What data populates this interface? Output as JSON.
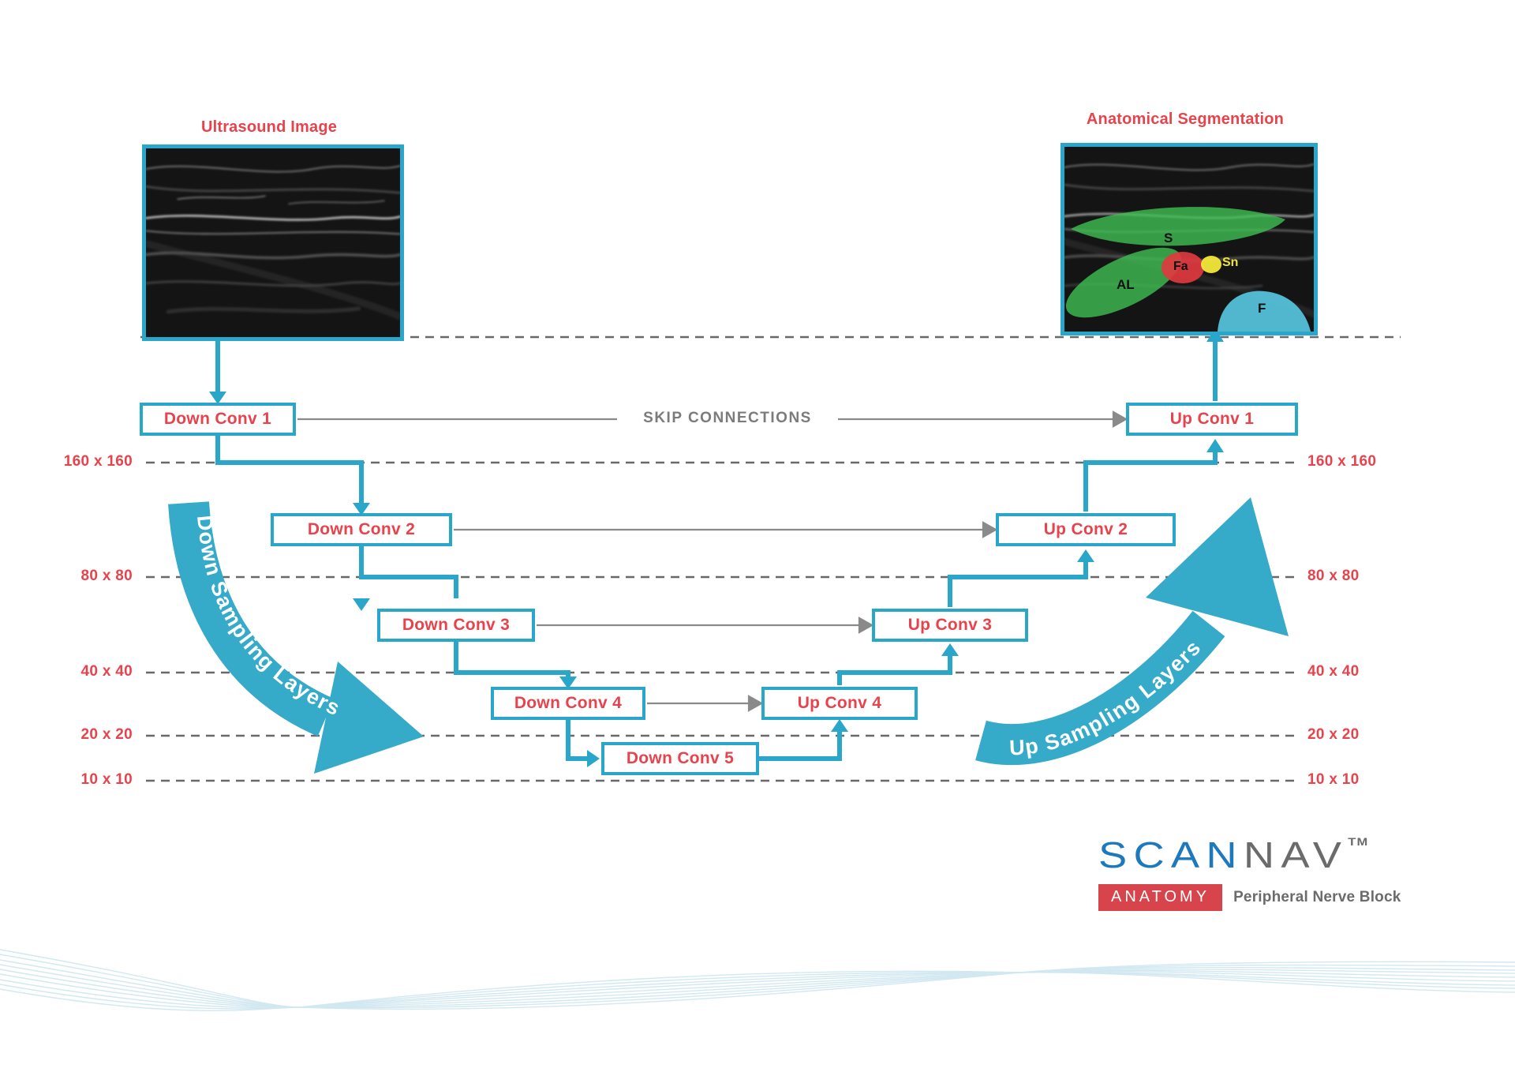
{
  "colors": {
    "accent_cyan": "#2AA6CB",
    "arrow_cyan": "#35AAC9",
    "accent_red": "#E8434D",
    "skip_gray": "#8A8A8A",
    "dash_gray": "#696969",
    "logo_blue": "#1D79BE",
    "logo_gray": "#6B6B6B",
    "anatomy_red": "#D7444C"
  },
  "header": {
    "input_title": "Ultrasound Image",
    "output_title": "Anatomical Segmentation"
  },
  "network": {
    "down_layers": [
      "Down Conv 1",
      "Down Conv 2",
      "Down Conv 3",
      "Down Conv 4",
      "Down Conv 5"
    ],
    "up_layers": [
      "Up Conv 1",
      "Up Conv 2",
      "Up Conv 3",
      "Up Conv 4"
    ],
    "skip_label": "SKIP CONNECTIONS",
    "down_sampling_label": "Down Sampling Layers",
    "up_sampling_label": "Up Sampling Layers",
    "resolutions": [
      "160 x 160",
      "80 x 80",
      "40 x 40",
      "20 x 20",
      "10 x 10"
    ]
  },
  "segmentation": {
    "regions": [
      {
        "label": "S",
        "color": "#3FBF52"
      },
      {
        "label": "Fa",
        "color": "#E03940"
      },
      {
        "label": "Sn",
        "color": "#F3E73A"
      },
      {
        "label": "AL",
        "color": "#3FBF52"
      },
      {
        "label": "F",
        "color": "#56C6DE"
      }
    ]
  },
  "branding": {
    "name_primary": "SCAN",
    "name_secondary": "NAV",
    "trademark": "TM",
    "product": "ANATOMY",
    "tagline": "Peripheral Nerve Block"
  }
}
